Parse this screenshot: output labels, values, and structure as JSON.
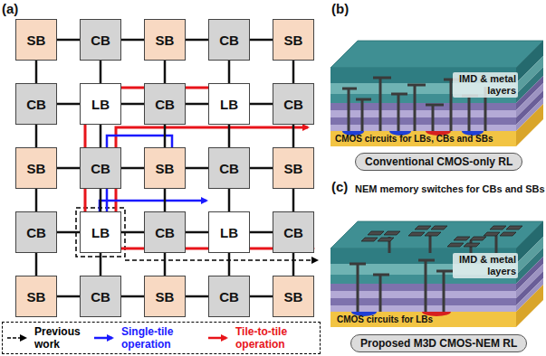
{
  "diagram": {
    "nodes": [
      {
        "text": [
          "SB"
        ]
      },
      {
        "text": [
          "CB"
        ]
      },
      {
        "text": [
          "SB"
        ]
      },
      {
        "text": [
          "CB"
        ]
      },
      {
        "text": [
          "SB"
        ]
      },
      {
        "text": [
          "CB"
        ]
      },
      {
        "text": [
          "LB"
        ]
      },
      {
        "text": [
          "CB"
        ]
      },
      {
        "text": [
          "LB"
        ]
      },
      {
        "text": [
          "CB"
        ]
      },
      {
        "text": [
          "SB"
        ]
      },
      {
        "text": [
          "CB"
        ]
      },
      {
        "text": [
          "SB"
        ]
      },
      {
        "text": [
          "CB"
        ]
      },
      {
        "text": [
          "SB"
        ]
      },
      {
        "text": [
          "CB"
        ]
      },
      {
        "text": [
          "LB"
        ]
      },
      {
        "text": [
          "CB"
        ]
      },
      {
        "text": [
          "LB"
        ]
      },
      {
        "text": [
          "CB"
        ]
      },
      {
        "text": [
          "SB"
        ]
      },
      {
        "text": [
          "CB"
        ]
      },
      {
        "text": [
          "SB"
        ]
      },
      {
        "text": [
          "CB"
        ]
      },
      {
        "text": [
          "SB"
        ]
      },
      {
        "text": [
          "Conventional CMOS-only RL"
        ]
      },
      {
        "text": [
          "Proposed M3D CMOS-NEM RL"
        ]
      }
    ],
    "edges": [
      {
        "from": 0,
        "to": 1,
        "arrow": "none"
      },
      {
        "from": 1,
        "to": 2,
        "arrow": "none"
      },
      {
        "from": 2,
        "to": 3,
        "arrow": "none"
      },
      {
        "from": 3,
        "to": 4,
        "arrow": "none"
      },
      {
        "from": 5,
        "to": 6,
        "arrow": "none"
      },
      {
        "from": 6,
        "to": 7,
        "arrow": "none"
      },
      {
        "from": 7,
        "to": 8,
        "arrow": "none"
      },
      {
        "from": 8,
        "to": 9,
        "arrow": "none"
      },
      {
        "from": 10,
        "to": 11,
        "arrow": "none"
      },
      {
        "from": 11,
        "to": 12,
        "arrow": "none"
      },
      {
        "from": 12,
        "to": 13,
        "arrow": "none"
      },
      {
        "from": 13,
        "to": 14,
        "arrow": "none"
      },
      {
        "from": 15,
        "to": 16,
        "arrow": "none"
      },
      {
        "from": 16,
        "to": 17,
        "arrow": "none"
      },
      {
        "from": 17,
        "to": 18,
        "arrow": "none"
      },
      {
        "from": 18,
        "to": 19,
        "arrow": "none"
      },
      {
        "from": 20,
        "to": 21,
        "arrow": "none"
      },
      {
        "from": 21,
        "to": 22,
        "arrow": "none"
      },
      {
        "from": 22,
        "to": 23,
        "arrow": "none"
      },
      {
        "from": 23,
        "to": 24,
        "arrow": "none"
      },
      {
        "from": 0,
        "to": 5,
        "arrow": "none"
      },
      {
        "from": 1,
        "to": 6,
        "arrow": "none"
      },
      {
        "from": 2,
        "to": 7,
        "arrow": "none"
      },
      {
        "from": 3,
        "to": 8,
        "arrow": "none"
      },
      {
        "from": 4,
        "to": 9,
        "arrow": "none"
      },
      {
        "from": 5,
        "to": 10,
        "arrow": "none"
      },
      {
        "from": 6,
        "to": 11,
        "arrow": "none"
      },
      {
        "from": 7,
        "to": 12,
        "arrow": "none"
      },
      {
        "from": 8,
        "to": 13,
        "arrow": "none"
      },
      {
        "from": 9,
        "to": 14,
        "arrow": "none"
      },
      {
        "from": 10,
        "to": 15,
        "arrow": "none"
      },
      {
        "from": 11,
        "to": 16,
        "arrow": "none"
      },
      {
        "from": 12,
        "to": 17,
        "arrow": "none"
      },
      {
        "from": 13,
        "to": 18,
        "arrow": "none"
      },
      {
        "from": 14,
        "to": 19,
        "arrow": "none"
      },
      {
        "from": 15,
        "to": 20,
        "arrow": "none"
      },
      {
        "from": 16,
        "to": 21,
        "arrow": "none"
      },
      {
        "from": 17,
        "to": 22,
        "arrow": "none"
      },
      {
        "from": 18,
        "to": 23,
        "arrow": "none"
      },
      {
        "from": 19,
        "to": 24,
        "arrow": "none"
      }
    ],
    "labels": [
      "(a)",
      "(b)",
      "IMD & metal layers",
      "CMOS circuits for LBs, CBs and SBs",
      "(c)",
      "NEM memory switches for CBs and SBs",
      "IMD & metal layers",
      "CMOS circuits for LBs"
    ],
    "legend": [
      {
        "text": "Previous work"
      },
      {
        "text": "Single-tile operation"
      },
      {
        "text": "Tile-to-tile operation"
      }
    ]
  }
}
